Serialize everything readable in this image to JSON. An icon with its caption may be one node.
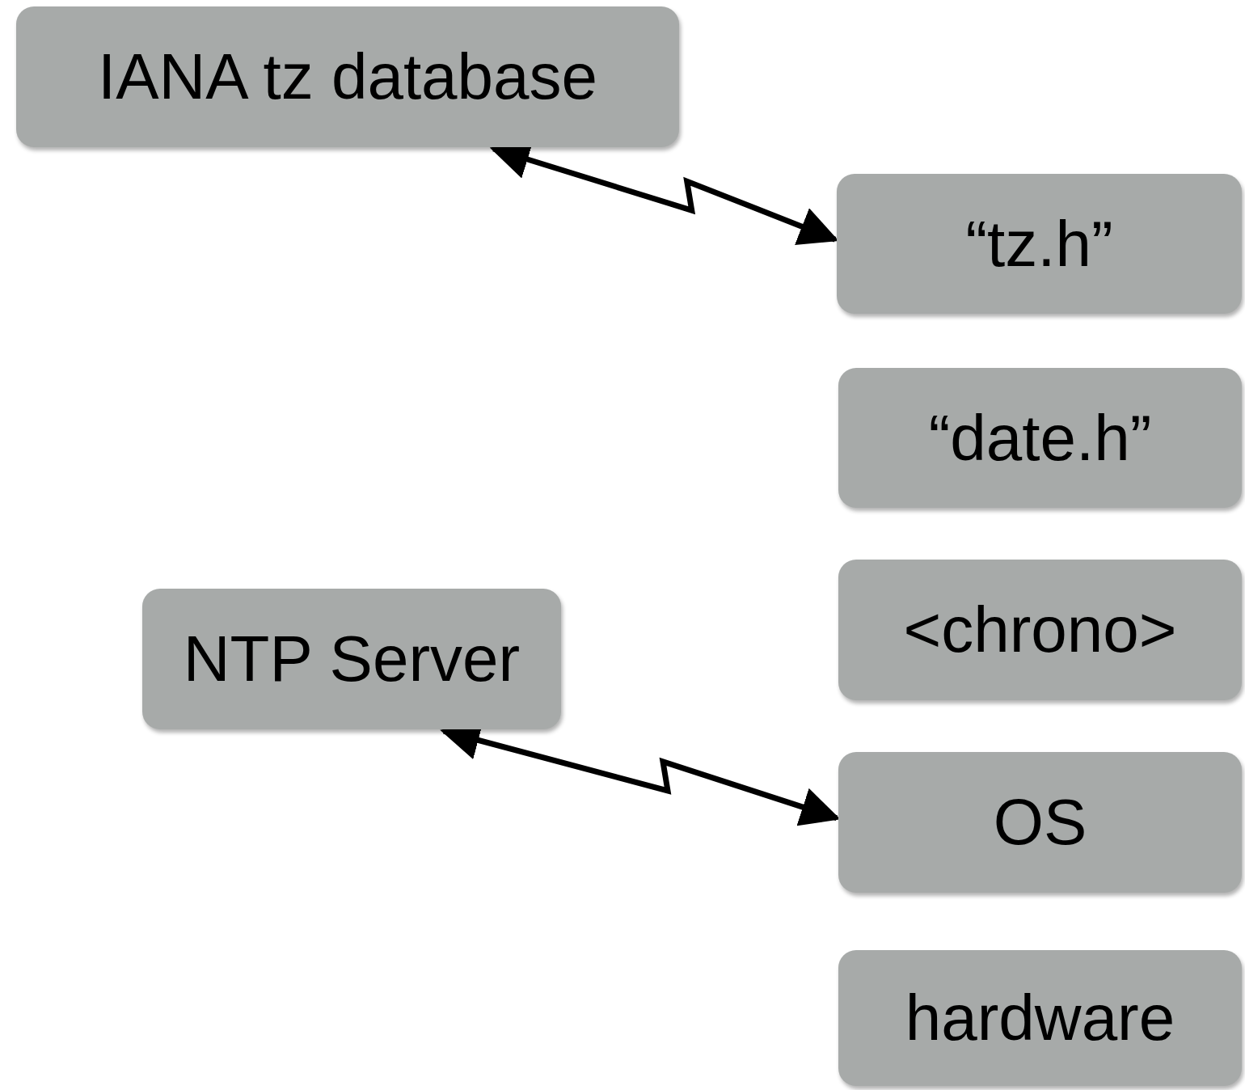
{
  "diagram": {
    "nodes": [
      {
        "text": [
          "IANA tz database"
        ]
      },
      {
        "text": [
          "“tz.h”"
        ]
      },
      {
        "text": [
          "“date.h”"
        ]
      },
      {
        "text": [
          "<chrono>"
        ]
      },
      {
        "text": [
          "NTP Server"
        ]
      },
      {
        "text": [
          "OS"
        ]
      },
      {
        "text": [
          "hardware"
        ]
      }
    ],
    "edges": [
      {
        "from": 0,
        "to": 1,
        "arrow": "both"
      },
      {
        "from": 4,
        "to": 5,
        "arrow": "both"
      }
    ]
  }
}
